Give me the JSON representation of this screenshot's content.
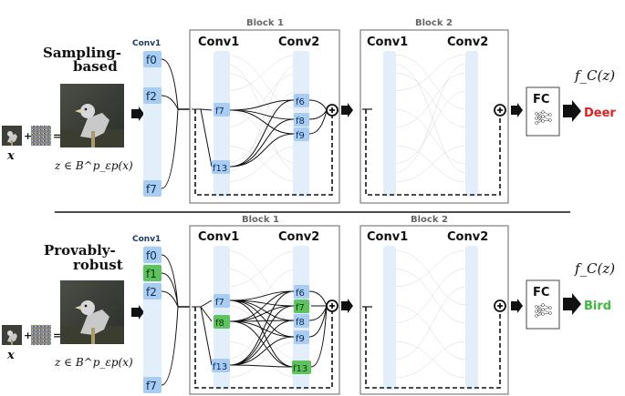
{
  "top": {
    "method_line1": "Sampling-",
    "method_line2": "based",
    "stem_label": "Conv1",
    "stem_features": [
      "f0",
      "f2",
      "f7"
    ],
    "block1_title": "Block 1",
    "block1_conv1": "Conv1",
    "block1_conv2": "Conv2",
    "block1_conv1_features": [
      "f7",
      "f13"
    ],
    "block1_conv2_features": [
      "f6",
      "f8",
      "f9"
    ],
    "block2_title": "Block 2",
    "block2_conv1": "Conv1",
    "block2_conv2": "Conv2",
    "fc_label": "FC",
    "classifier": "f_C(z)",
    "prediction": "Deer",
    "prediction_color": "#e02020",
    "input_label": "x",
    "perturbation_label": "z ∈ B^p_εp(x)"
  },
  "bottom": {
    "method_line1": "Provably-",
    "method_line2": "robust",
    "stem_label": "Conv1",
    "stem_features": [
      "f0",
      "f1",
      "f2",
      "f7"
    ],
    "block1_title": "Block 1",
    "block1_conv1": "Conv1",
    "block1_conv2": "Conv2",
    "block1_conv1_features": [
      "f7",
      "f8",
      "f13"
    ],
    "block1_conv2_features": [
      "f6",
      "f7",
      "f8",
      "f9",
      "f13"
    ],
    "block2_title": "Block 2",
    "block2_conv1": "Conv1",
    "block2_conv2": "Conv2",
    "fc_label": "FC",
    "classifier": "f_C(z)",
    "prediction": "Bird",
    "prediction_color": "#3dbb3d",
    "input_label": "x",
    "perturbation_label": "z ∈ B^p_εp(x)"
  },
  "colors": {
    "feature_blue": "#a9cdf2",
    "feature_green": "#5ec25e",
    "faded_feature": "#e2eefa"
  }
}
